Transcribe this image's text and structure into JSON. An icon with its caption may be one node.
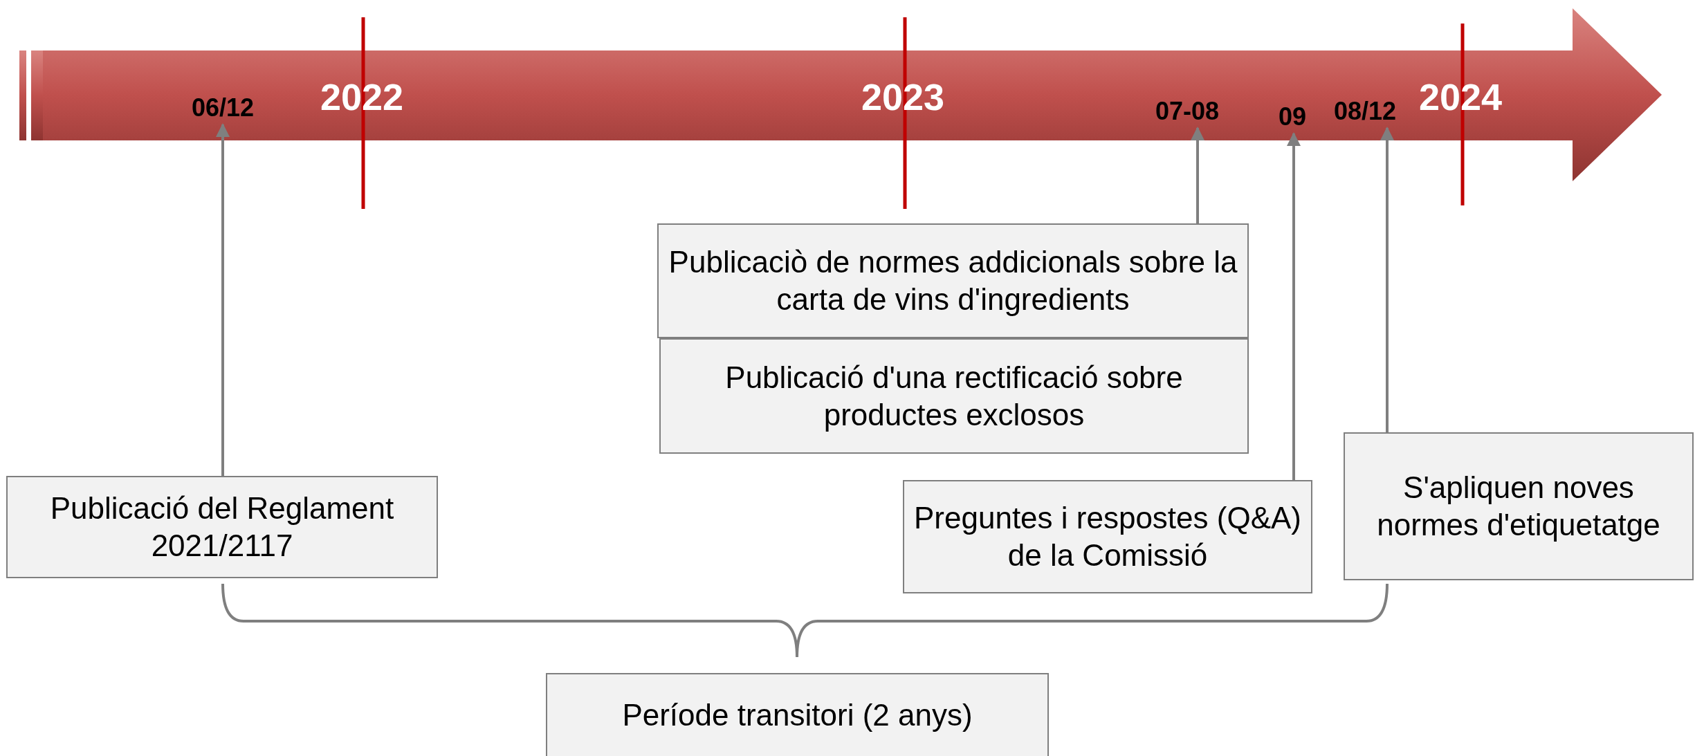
{
  "diagram": {
    "nodes": [
      {
        "text": [
          "06/12"
        ]
      },
      {
        "text": [
          "07-08"
        ]
      },
      {
        "text": [
          "09"
        ]
      },
      {
        "text": [
          "08/12"
        ]
      },
      {
        "text": [
          "Publicació del Reglament 2021/2117"
        ]
      },
      {
        "text": [
          "Publicaciò de normes addicionals sobre la carta de vins d'ingredients"
        ]
      },
      {
        "text": [
          "Publicació d'una rectificació sobre productes exclosos"
        ]
      },
      {
        "text": [
          "Preguntes i respostes (Q&A) de la Comissió"
        ]
      },
      {
        "text": [
          "S'apliquen noves normes d'etiquetatge"
        ]
      },
      {
        "text": [
          "Període transitori (2 anys)"
        ]
      }
    ],
    "edges": [
      {
        "from": 4,
        "to": 0,
        "arrow": "to"
      },
      {
        "from": 5,
        "to": 1,
        "arrow": "to"
      },
      {
        "from": 7,
        "to": 2,
        "arrow": "to"
      },
      {
        "from": 8,
        "to": 3,
        "arrow": "to"
      }
    ],
    "labels": [
      "2022",
      "2023",
      "2024"
    ]
  }
}
